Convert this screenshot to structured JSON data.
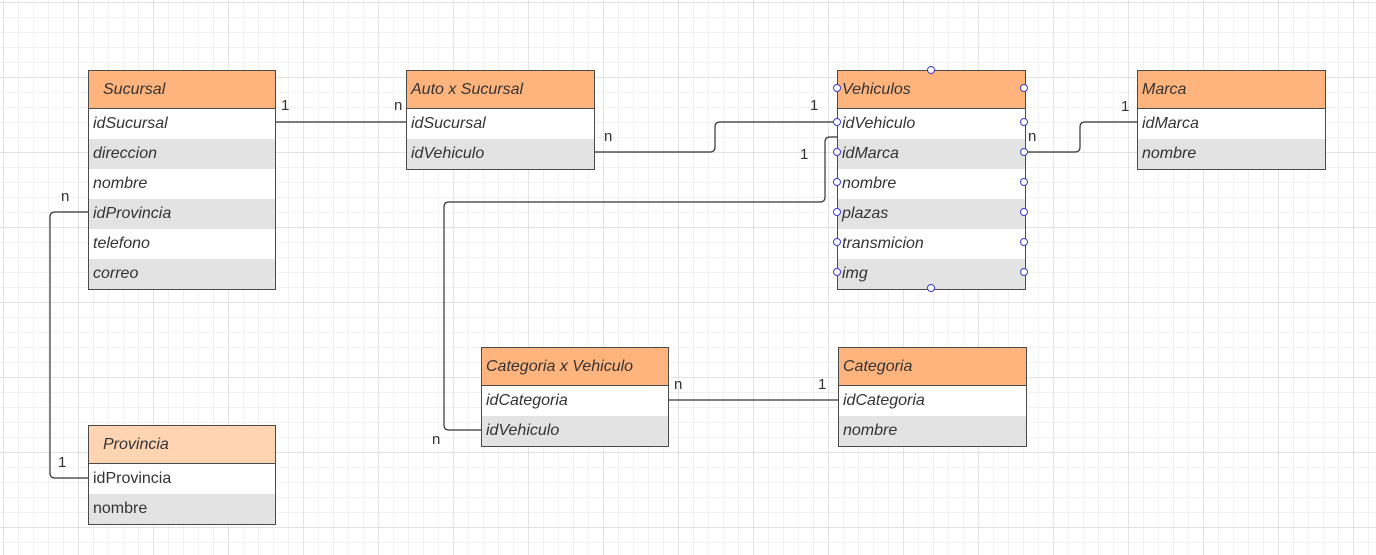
{
  "entities": {
    "sucursal": {
      "title": "Sucursal",
      "fields": [
        "idSucursal",
        "direccion",
        "nombre",
        "idProvincia",
        "telefono",
        "correo"
      ]
    },
    "auto_x_sucursal": {
      "title": "Auto x Sucursal",
      "fields": [
        "idSucursal",
        "idVehiculo"
      ]
    },
    "vehiculos": {
      "title": "Vehiculos",
      "fields": [
        "idVehiculo",
        "idMarca",
        "nombre",
        "plazas",
        "transmicion",
        "img"
      ]
    },
    "marca": {
      "title": "Marca",
      "fields": [
        "idMarca",
        "nombre"
      ]
    },
    "provincia": {
      "title": "Provincia",
      "fields": [
        "idProvincia",
        "nombre"
      ]
    },
    "categoria_x_vehiculo": {
      "title": "Categoria x Vehiculo",
      "fields": [
        "idCategoria",
        "idVehiculo"
      ]
    },
    "categoria": {
      "title": "Categoria",
      "fields": [
        "idCategoria",
        "nombre"
      ]
    }
  },
  "relationships": {
    "sucursal_autoxsucursal": {
      "from_card": "1",
      "to_card": "n"
    },
    "autoxsucursal_vehiculos": {
      "from_card": "n",
      "to_card": "1"
    },
    "vehiculos_marca": {
      "from_card": "n",
      "to_card": "1"
    },
    "sucursal_provincia": {
      "from_card": "n",
      "to_card": "1"
    },
    "vehiculos_categoriaxvehiculo": {
      "from_card": "1",
      "to_card": "n"
    },
    "categoriaxvehiculo_categoria": {
      "from_card": "n",
      "to_card": "1"
    }
  },
  "colors": {
    "header": "#ffb47e",
    "header_light": "#ffd4b3",
    "row_alt": "#e3e3e3",
    "border": "#4a4a4a",
    "selection_handle": "#3b3bd6"
  }
}
